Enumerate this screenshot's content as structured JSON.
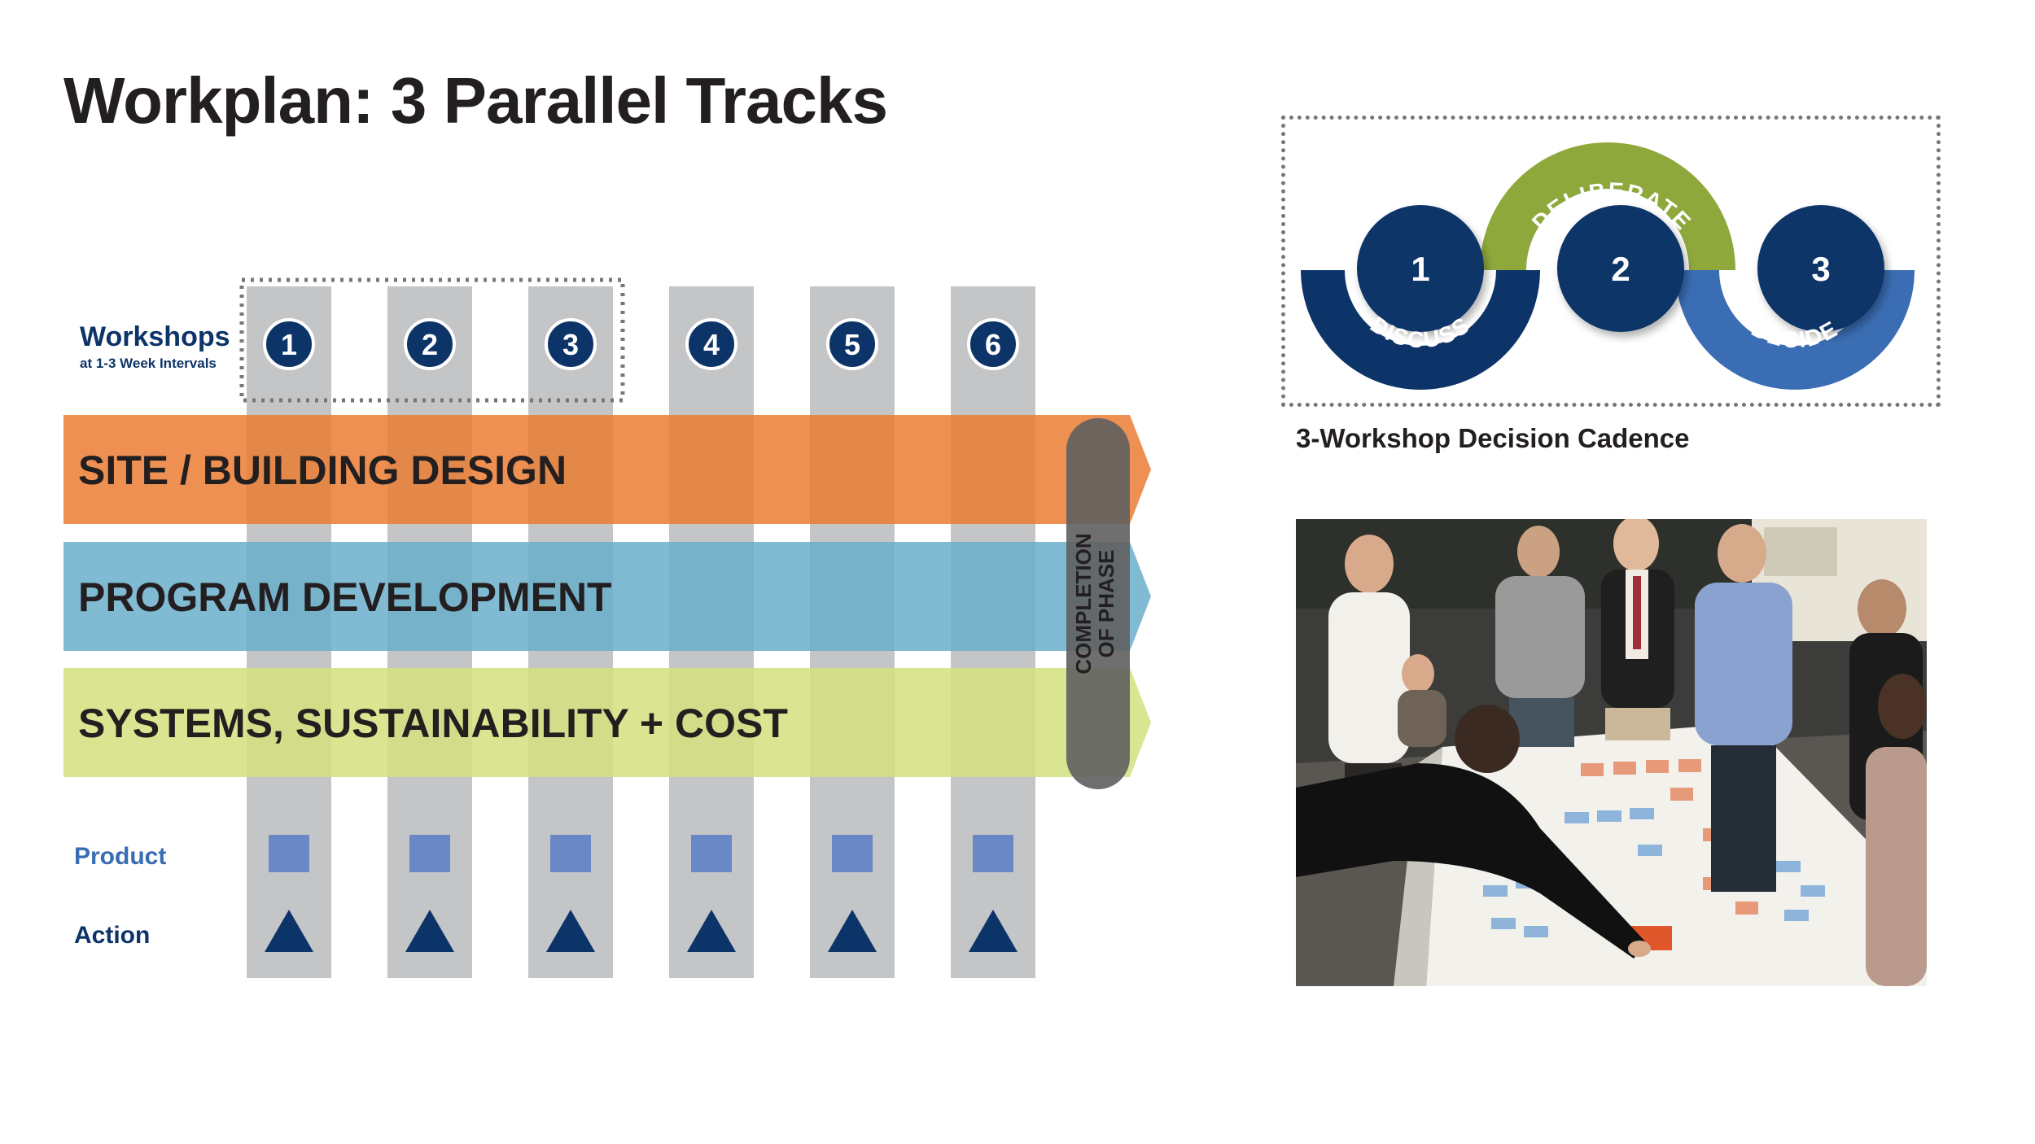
{
  "title": "Workplan: 3 Parallel Tracks",
  "workshops": {
    "label": "Workshops",
    "sublabel": "at 1-3 Week Intervals",
    "numbers": [
      "1",
      "2",
      "3",
      "4",
      "5",
      "6"
    ]
  },
  "tracks": [
    {
      "label": "SITE / BUILDING DESIGN",
      "color": "#ea7d33"
    },
    {
      "label": "PROGRAM DEVELOPMENT",
      "color": "#6aaecb"
    },
    {
      "label": "SYSTEMS, SUSTAINABILITY + COST",
      "color": "#d4e07e"
    }
  ],
  "completion": {
    "line1": "COMPLETION",
    "line2": "OF PHASE",
    "color": "#5f5f5f"
  },
  "rows": {
    "product": "Product",
    "action": "Action"
  },
  "colors": {
    "navy": "#0d3468",
    "column_gray": "#c4c5c7",
    "product_square": "#6a88c6",
    "product_label": "#3a6db3",
    "green": "#8fa83c",
    "blue": "#3a6db3"
  },
  "cadence": {
    "caption": "3-Workshop Decision Cadence",
    "numbers": [
      "1",
      "2",
      "3"
    ],
    "words": [
      "DISCUSS",
      "DELIBERATE",
      "DECIDE"
    ]
  },
  "photo": {
    "icon": "workshop-photo"
  }
}
